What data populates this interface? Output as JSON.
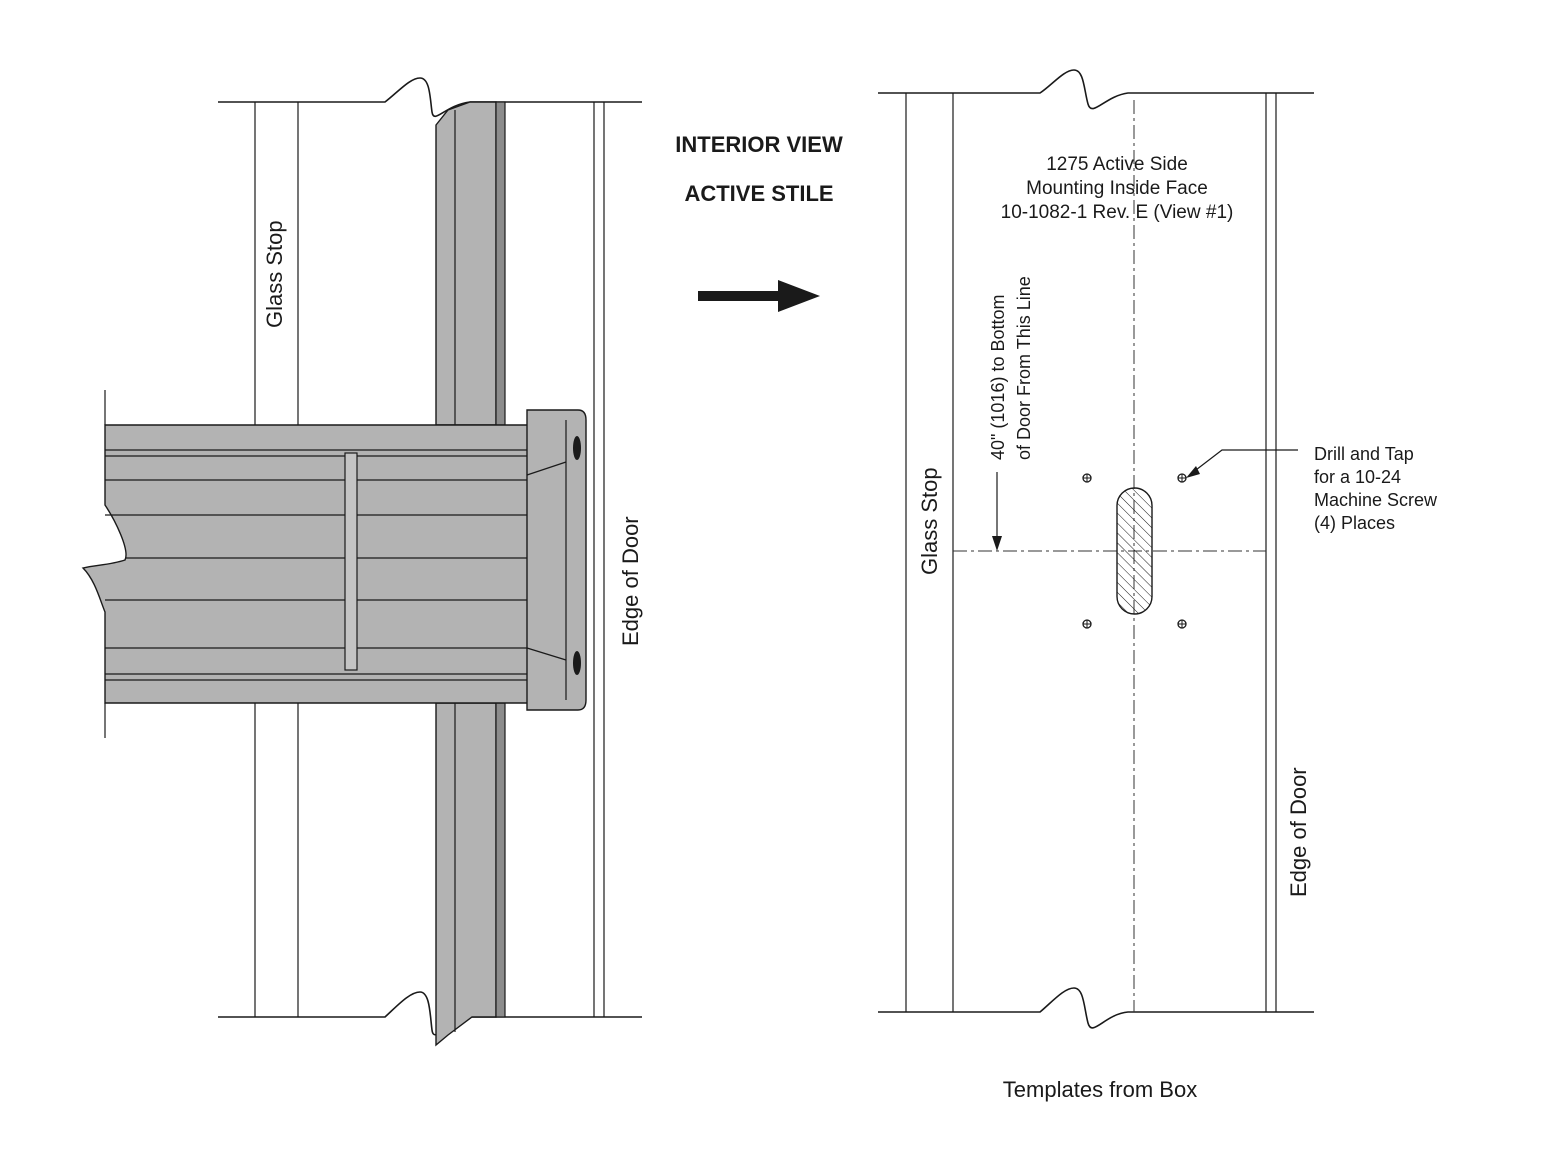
{
  "header": {
    "view_line1": "INTERIOR VIEW",
    "view_line2": "ACTIVE STILE"
  },
  "left_drawing": {
    "glass_stop_label": "Glass Stop",
    "edge_label": "Edge of Door"
  },
  "template": {
    "title_line1": "1275 Active Side",
    "title_line2": "Mounting Inside Face",
    "title_line3": "10-1082-1 Rev. E (View #1)",
    "dimension_line1": "40\" (1016) to Bottom",
    "dimension_line2": "of Door From This Line",
    "glass_stop_label": "Glass Stop",
    "edge_label": "Edge of Door",
    "callout_line1": "Drill and Tap",
    "callout_line2": "for a 10-24",
    "callout_line3": "Machine Screw",
    "callout_line4": "(4) Places"
  },
  "caption": "Templates from Box",
  "colors": {
    "ink": "#1a1a1a",
    "metal_fill": "#b3b3b3",
    "background": "#ffffff"
  }
}
